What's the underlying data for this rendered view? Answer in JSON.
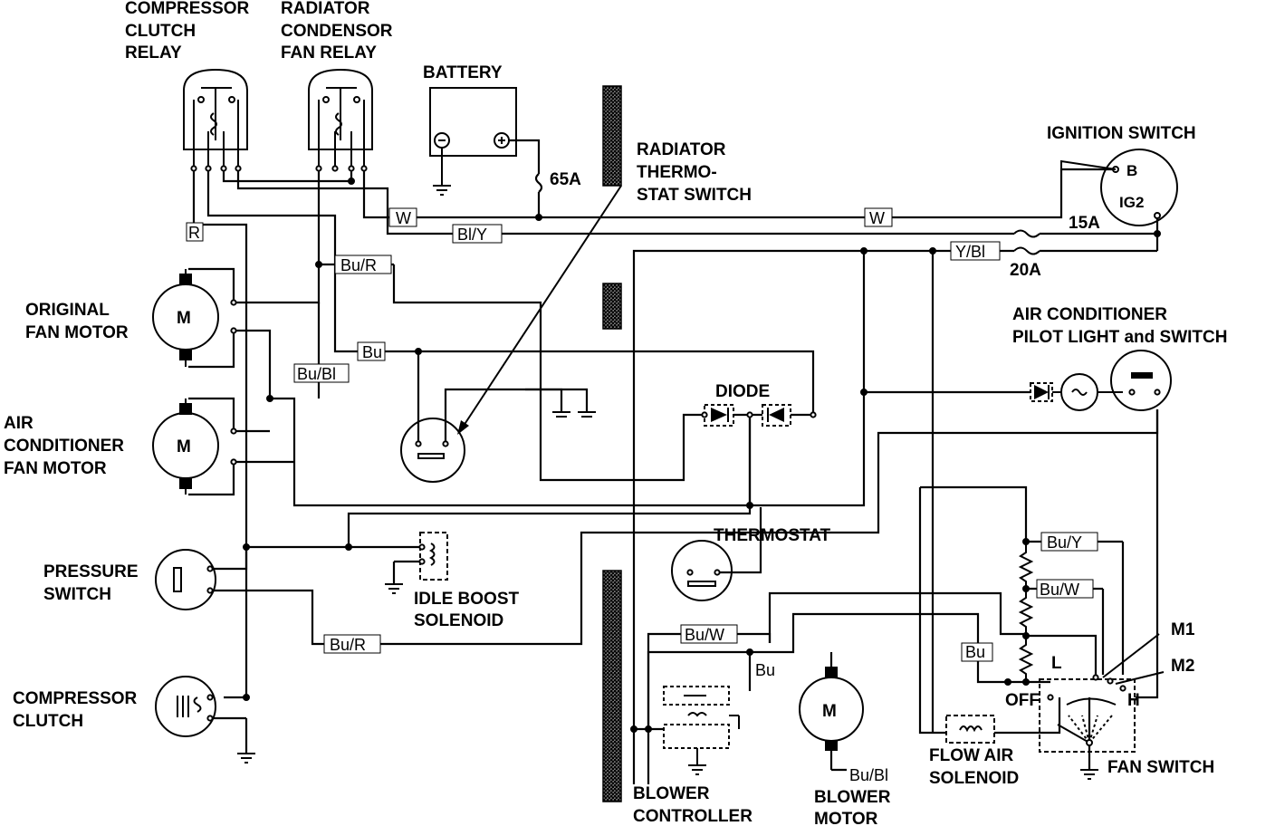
{
  "components": {
    "compressor_clutch_relay": [
      "COMPRESSOR",
      "CLUTCH",
      "RELAY"
    ],
    "radiator_condensor_fan_relay": [
      "RADIATOR",
      "CONDENSOR",
      "FAN RELAY"
    ],
    "battery": "BATTERY",
    "radiator_thermostat_switch": [
      "RADIATOR",
      "THERMO-",
      "STAT SWITCH"
    ],
    "ignition_switch": "IGNITION SWITCH",
    "original_fan_motor": [
      "ORIGINAL",
      "FAN MOTOR"
    ],
    "ac_fan_motor": [
      "AIR",
      "CONDITIONER",
      "FAN MOTOR"
    ],
    "pressure_switch": [
      "PRESSURE",
      "SWITCH"
    ],
    "compressor_clutch": [
      "COMPRESSOR",
      "CLUTCH"
    ],
    "idle_boost_solenoid": [
      "IDLE BOOST",
      "SOLENOID"
    ],
    "diode": "DIODE",
    "thermostat": "THERMOSTAT",
    "ac_pilot_light_switch": [
      "AIR CONDITIONER",
      "PILOT LIGHT and SWITCH"
    ],
    "blower_controller": [
      "BLOWER",
      "CONTROLLER"
    ],
    "blower_motor": [
      "BLOWER",
      "MOTOR"
    ],
    "flow_air_solenoid": [
      "FLOW AIR",
      "SOLENOID"
    ],
    "fan_switch": "FAN SWITCH"
  },
  "fuses": {
    "main": "65A",
    "f15": "15A",
    "f20": "20A"
  },
  "ignition_terminals": {
    "b": "B",
    "ig2": "IG2"
  },
  "motor_symbol": "M",
  "fan_switch_positions": {
    "m1": "M1",
    "m2": "M2",
    "l": "L",
    "off": "OFF",
    "h": "H"
  },
  "wire_colors": {
    "w_left": "W",
    "w_right": "W",
    "bl_y": "Bl/Y",
    "y_bl": "Y/Bl",
    "r": "R",
    "bu_r_top": "Bu/R",
    "bu_top": "Bu",
    "bu_bl_left": "Bu/Bl",
    "bu_r_bottom": "Bu/R",
    "bu_y": "Bu/Y",
    "bu_w_right": "Bu/W",
    "bu_w_left": "Bu/W",
    "bu_right": "Bu",
    "bu_mid": "Bu",
    "bu_bl_bottom": "Bu/Bl"
  }
}
